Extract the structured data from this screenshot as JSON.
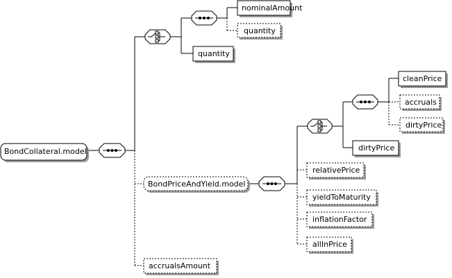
{
  "diagram": {
    "root": "BondCollateral.model",
    "group_model": "BondPriceAndYield.model",
    "elements": {
      "nominal_amount": "nominalAmount",
      "quantity_optional": "quantity",
      "quantity": "quantity",
      "clean_price": "cleanPrice",
      "accruals": "accruals",
      "dirty_price_optional": "dirtyPrice",
      "dirty_price": "dirtyPrice",
      "relative_price": "relativePrice",
      "yield_to_maturity": "yieldToMaturity",
      "inflation_factor": "inflationFactor",
      "all_in_price": "allInPrice",
      "accruals_amount": "accrualsAmount"
    },
    "compositors": {
      "root_sequence": "sequence",
      "outer_choice": "choice",
      "inner_sequence": "sequence",
      "group_sequence": "sequence",
      "price_choice": "choice",
      "price_sequence": "sequence"
    }
  }
}
